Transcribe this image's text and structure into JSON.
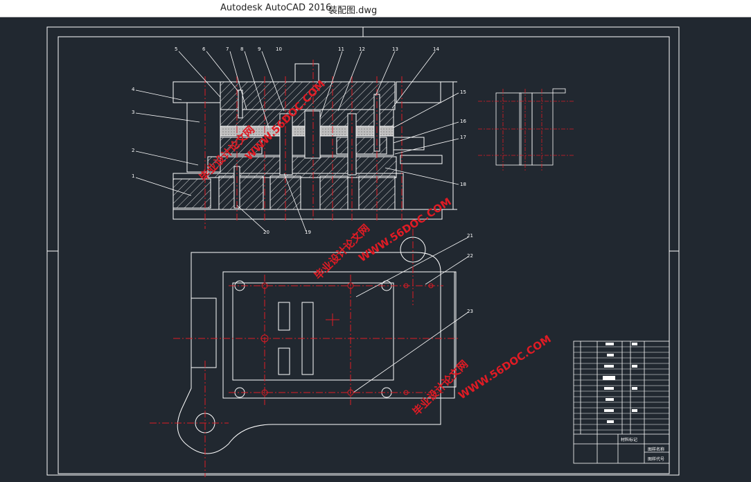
{
  "window": {
    "app_title": "Autodesk AutoCAD 2016",
    "file_title": "装配图.dwg"
  },
  "drawing": {
    "callouts": [
      "1",
      "2",
      "3",
      "4",
      "5",
      "6",
      "7",
      "8",
      "9",
      "10",
      "11",
      "12",
      "13",
      "14",
      "15",
      "16",
      "17",
      "18",
      "19",
      "20",
      "21",
      "22",
      "23"
    ],
    "watermark_text": "毕业设计论文网",
    "watermark_url": "WWW.56DOC.COM",
    "title_block": {
      "label_1": "材料标记",
      "label_2": "图样名称",
      "label_3": "图样代号"
    }
  },
  "colors": {
    "background": "#212830",
    "line": "#ffffff",
    "centerline": "#e01b24",
    "watermark": "#e01b24",
    "titlebar": "#ffffff"
  }
}
